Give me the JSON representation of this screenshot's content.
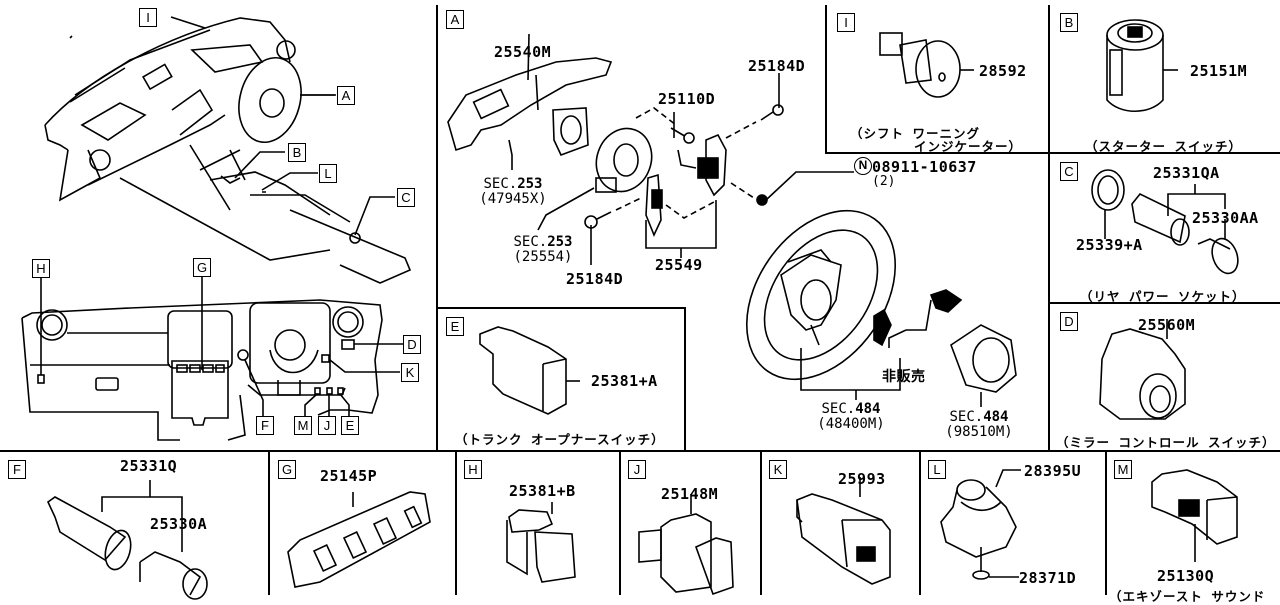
{
  "overview": {
    "top_callouts": [
      "I",
      "A",
      "B",
      "L",
      "C"
    ],
    "bottom_callouts": [
      "H",
      "G",
      "D",
      "K",
      "F",
      "M",
      "J",
      "E"
    ]
  },
  "panels": {
    "A": {
      "key": "A",
      "parts": {
        "combination_switch": "25540M",
        "screw_top": "25184D",
        "screw_mid": "25110D",
        "paddle_set": "25549",
        "screw_bottom": "25184D",
        "nut": "08911-10637",
        "nut_qty": "(2)",
        "nut_symbol": "N",
        "not_for_sale": "非販売"
      },
      "sections": [
        {
          "prefix": "SEC.",
          "num": "253",
          "ref": "(47945X)"
        },
        {
          "prefix": "SEC.",
          "num": "253",
          "ref": "(25554)"
        },
        {
          "prefix": "SEC.",
          "num": "484",
          "ref": "(48400M)"
        },
        {
          "prefix": "SEC.",
          "num": "484",
          "ref": "(98510M)"
        }
      ]
    },
    "I": {
      "key": "I",
      "part": "28592",
      "caption_line1": "（シフト ワーニング",
      "caption_line2": "インジケーター）"
    },
    "B": {
      "key": "B",
      "part": "25151M",
      "caption": "（スターター スイッチ）"
    },
    "C": {
      "key": "C",
      "parts": [
        "25331QA",
        "25330AA",
        "25339+A"
      ],
      "caption": "（リヤ パワー ソケット）"
    },
    "D": {
      "key": "D",
      "part": "25560M",
      "caption": "（ミラー コントロール スイッチ）"
    },
    "E": {
      "key": "E",
      "part": "25381+A",
      "caption": "（トランク オープナースイッチ）"
    },
    "F": {
      "key": "F",
      "parts": [
        "25331Q",
        "25330A"
      ]
    },
    "G": {
      "key": "G",
      "part": "25145P"
    },
    "H": {
      "key": "H",
      "part": "25381+B"
    },
    "J": {
      "key": "J",
      "part": "25148M"
    },
    "K": {
      "key": "K",
      "part": "25993"
    },
    "L": {
      "key": "L",
      "parts": [
        "28395U",
        "28371D"
      ]
    },
    "M": {
      "key": "M",
      "part": "25130Q",
      "caption": "（エキゾースト サウンド"
    }
  }
}
